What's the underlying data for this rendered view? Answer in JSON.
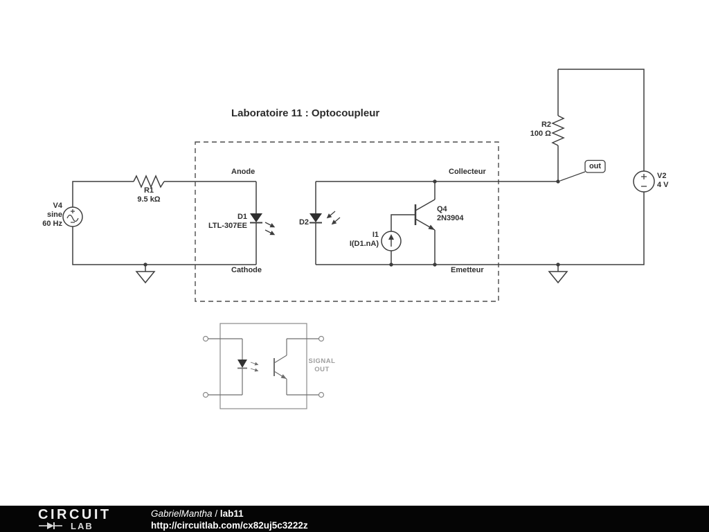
{
  "title": "Laboratoire 11 : Optocoupleur",
  "schematic": {
    "v4": {
      "name": "V4",
      "type": "sine",
      "freq": "60 Hz"
    },
    "r1": {
      "name": "R1",
      "value": "9.5 kΩ"
    },
    "anode": "Anode",
    "cathode": "Cathode",
    "d1": {
      "name": "D1",
      "value": "LTL-307EE"
    },
    "d2": {
      "name": "D2"
    },
    "i1": {
      "name": "I1",
      "value": "I(D1.nA)"
    },
    "q4": {
      "name": "Q4",
      "value": "2N3904"
    },
    "collector": "Collecteur",
    "emitter": "Emetteur",
    "r2": {
      "name": "R2",
      "value": "100 Ω"
    },
    "out_flag": "out",
    "v2": {
      "name": "V2",
      "value": "4 V"
    }
  },
  "package_inset": {
    "signal_line1": "SIGNAL",
    "signal_line2": "OUT"
  },
  "footer": {
    "logo_line1": "CIRCUIT",
    "logo_line2": "LAB",
    "author": "GabrielMantha",
    "separator": " / ",
    "project": "lab11",
    "url": "http://circuitlab.com/cx82uj5c3222z"
  }
}
